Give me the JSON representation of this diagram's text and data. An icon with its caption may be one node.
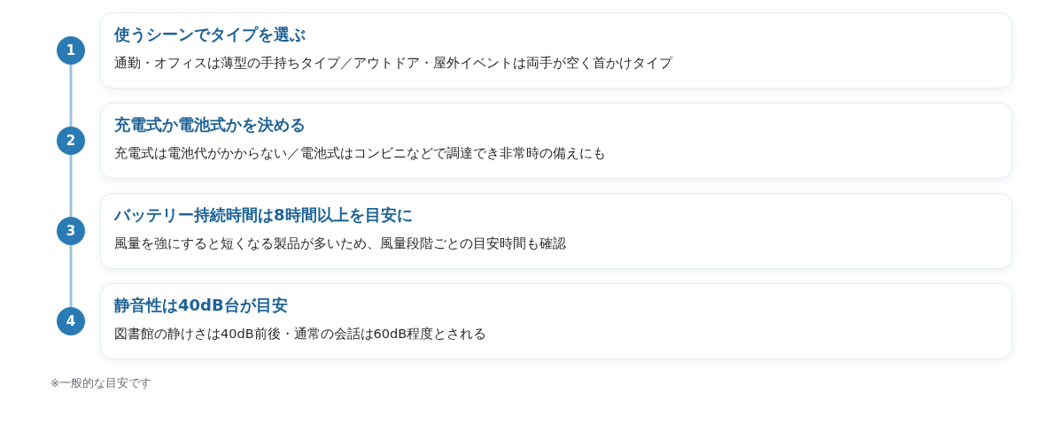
{
  "diagram": {
    "nodes": [
      {
        "text": [
          "1"
        ]
      },
      {
        "text": [
          "使うシーンでタイプを選ぶ",
          "通勤・オフィスは薄型の手持ちタイプ／アウトドア・屋外イベントは両手が空く首かけタイプ"
        ]
      },
      {
        "text": [
          "2"
        ]
      },
      {
        "text": [
          "充電式か電池式かを決める",
          "充電式は電池代がかからない／電池式はコンビニなどで調達でき非常時の備えにも"
        ]
      },
      {
        "text": [
          "3"
        ]
      },
      {
        "text": [
          "バッテリー持続時間は8時間以上を目安に",
          "風量を強にすると短くなる製品が多いため、風量段階ごとの目安時間も確認"
        ]
      },
      {
        "text": [
          "4"
        ]
      },
      {
        "text": [
          "静音性は40dB台が目安",
          "図書館の静けさは40dB前後・通常の会話は60dB程度とされる"
        ]
      }
    ],
    "edges": [
      {
        "from": 0,
        "to": 2,
        "arrow": "none"
      },
      {
        "from": 2,
        "to": 4,
        "arrow": "none"
      },
      {
        "from": 4,
        "to": 6,
        "arrow": "none"
      }
    ],
    "labels": [
      "※一般的な目安です"
    ]
  }
}
